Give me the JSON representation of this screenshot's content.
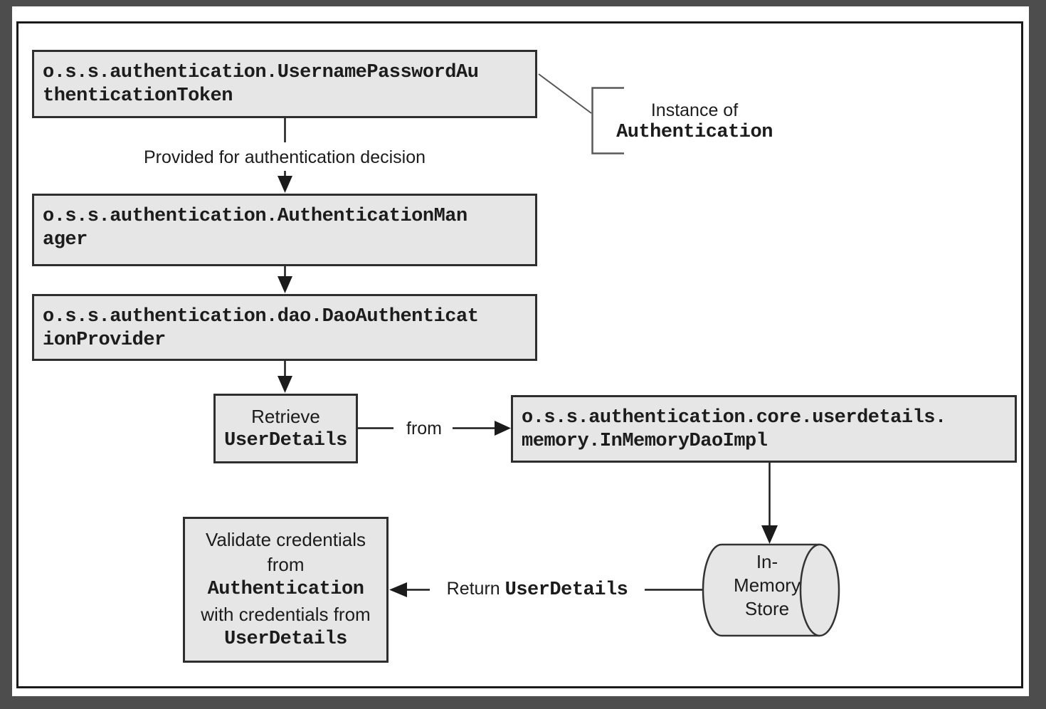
{
  "diagram": {
    "boxes": {
      "token": "o.s.s.authentication.UsernamePasswordAu\nthenticationToken",
      "manager": "o.s.s.authentication.AuthenticationMan\nager",
      "provider": "o.s.s.authentication.dao.DaoAuthenticat\nionProvider",
      "dao": "o.s.s.authentication.core.userdetails.\nmemory.InMemoryDaoImpl",
      "retrieve": {
        "line1": "Retrieve",
        "line2": "UserDetails"
      },
      "validate": {
        "line1": "Validate credentials",
        "line2": "from",
        "line3": "Authentication",
        "line4": "with credentials from",
        "line5": "UserDetails"
      }
    },
    "labels": {
      "provided": "Provided for authentication decision",
      "instance_line1": "Instance of",
      "instance_line2": "Authentication",
      "from": "from",
      "return_prefix": "Return ",
      "return_code": "UserDetails"
    },
    "store": {
      "line1": "In-",
      "line2": "Memory",
      "line3": "Store"
    },
    "colors": {
      "box_fill": "#e6e6e6",
      "box_border": "#2e2e2e",
      "connector": "#1b1b1b",
      "bracket": "#555555",
      "page": "#ffffff",
      "background": "#4d4d4d"
    }
  }
}
